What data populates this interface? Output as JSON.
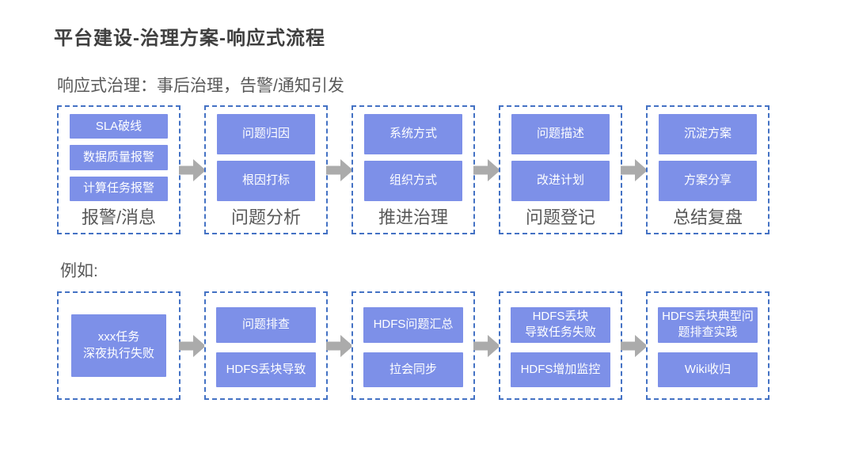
{
  "page": {
    "title": "平台建设-治理方案-响应式流程",
    "flow1_caption": "响应式治理：事后治理，告警/通知引发",
    "flow2_caption": "例如:"
  },
  "colors": {
    "pill_blue": "#7d90e8",
    "border_blue": "#4472c4",
    "arrow_gray": "#ababab",
    "title_text": "#3f3f3f",
    "label_text": "#595959"
  },
  "flow1": {
    "stages": [
      {
        "buttons": [
          "SLA破线",
          "数据质量报警",
          "计算任务报警"
        ],
        "label": "报警/消息"
      },
      {
        "buttons": [
          "问题归因",
          "根因打标"
        ],
        "label": "问题分析"
      },
      {
        "buttons": [
          "系统方式",
          "组织方式"
        ],
        "label": "推进治理"
      },
      {
        "buttons": [
          "问题描述",
          "改进计划"
        ],
        "label": "问题登记"
      },
      {
        "buttons": [
          "沉淀方案",
          "方案分享"
        ],
        "label": "总结复盘"
      }
    ]
  },
  "flow2": {
    "stages": [
      {
        "buttons": [
          "xxx任务\n深夜执行失败"
        ]
      },
      {
        "buttons": [
          "问题排查",
          "HDFS丢块导致"
        ]
      },
      {
        "buttons": [
          "HDFS问题汇总",
          "拉会同步"
        ]
      },
      {
        "buttons": [
          "HDFS丢块\n导致任务失败",
          "HDFS增加监控"
        ]
      },
      {
        "buttons": [
          "HDFS丢块典型问\n题排查实践",
          "Wiki收归"
        ]
      }
    ]
  }
}
